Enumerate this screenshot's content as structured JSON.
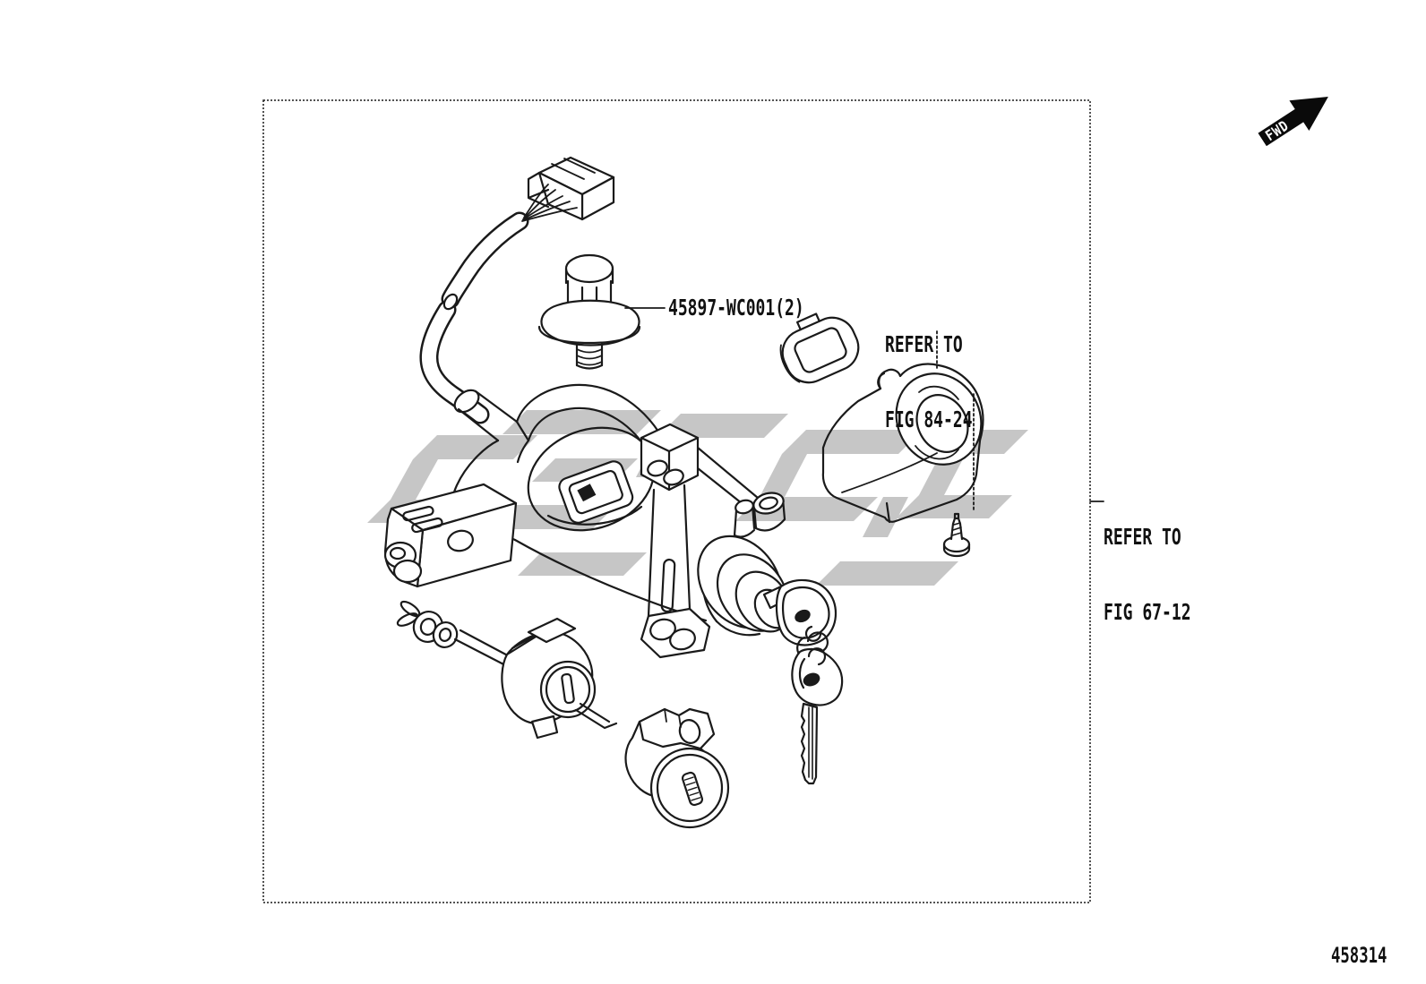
{
  "meta": {
    "figure_code": "458314"
  },
  "labels": {
    "part_number": "45897-WC001(2)",
    "refer_fig_84_24": {
      "line1": "REFER TO",
      "line2": "FIG 84-24"
    },
    "refer_fig_67_12": {
      "line1": "REFER TO",
      "line2": "FIG 67-12"
    },
    "fwd_arrow": "FWD",
    "figure_code": "458314"
  },
  "colors": {
    "background": "#ffffff",
    "line": "#1a1a1a",
    "frame": "#1a1a1a",
    "watermark": "#c6c6c6",
    "arrow_fill": "#0a0a0a",
    "arrow_text": "#ffffff"
  },
  "parts": [
    "wiring-connector",
    "wire-harness",
    "tapping-screw-45897",
    "grommet-pad",
    "key-cylinder-cover",
    "small-screw",
    "steering-lock-bracket",
    "steering-lock-housing",
    "lock-stirrup-bracket",
    "ignition-switch-cylinder",
    "key-primary",
    "key-ring",
    "key-secondary",
    "door-lock-cylinder",
    "lock-rod-clip",
    "back-door-lock-cylinder",
    "watermark-logo"
  ]
}
